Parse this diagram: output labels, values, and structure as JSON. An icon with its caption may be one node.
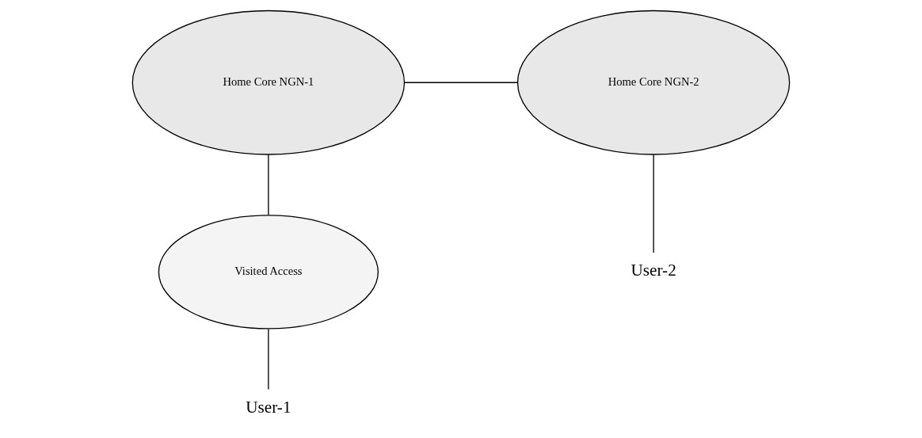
{
  "diagram": {
    "nodes": [
      {
        "text": [
          "Home Core NGN-1"
        ]
      },
      {
        "text": [
          "Home Core NGN-2"
        ]
      },
      {
        "text": [
          "Visited Access"
        ]
      },
      {
        "text": [
          "User-1"
        ]
      },
      {
        "text": [
          "User-2"
        ]
      }
    ],
    "edges": [
      {
        "from": 0,
        "to": 1,
        "arrow": "none"
      },
      {
        "from": 0,
        "to": 2,
        "arrow": "none"
      },
      {
        "from": 2,
        "to": 3,
        "arrow": "none"
      },
      {
        "from": 1,
        "to": 4,
        "arrow": "none"
      }
    ]
  }
}
